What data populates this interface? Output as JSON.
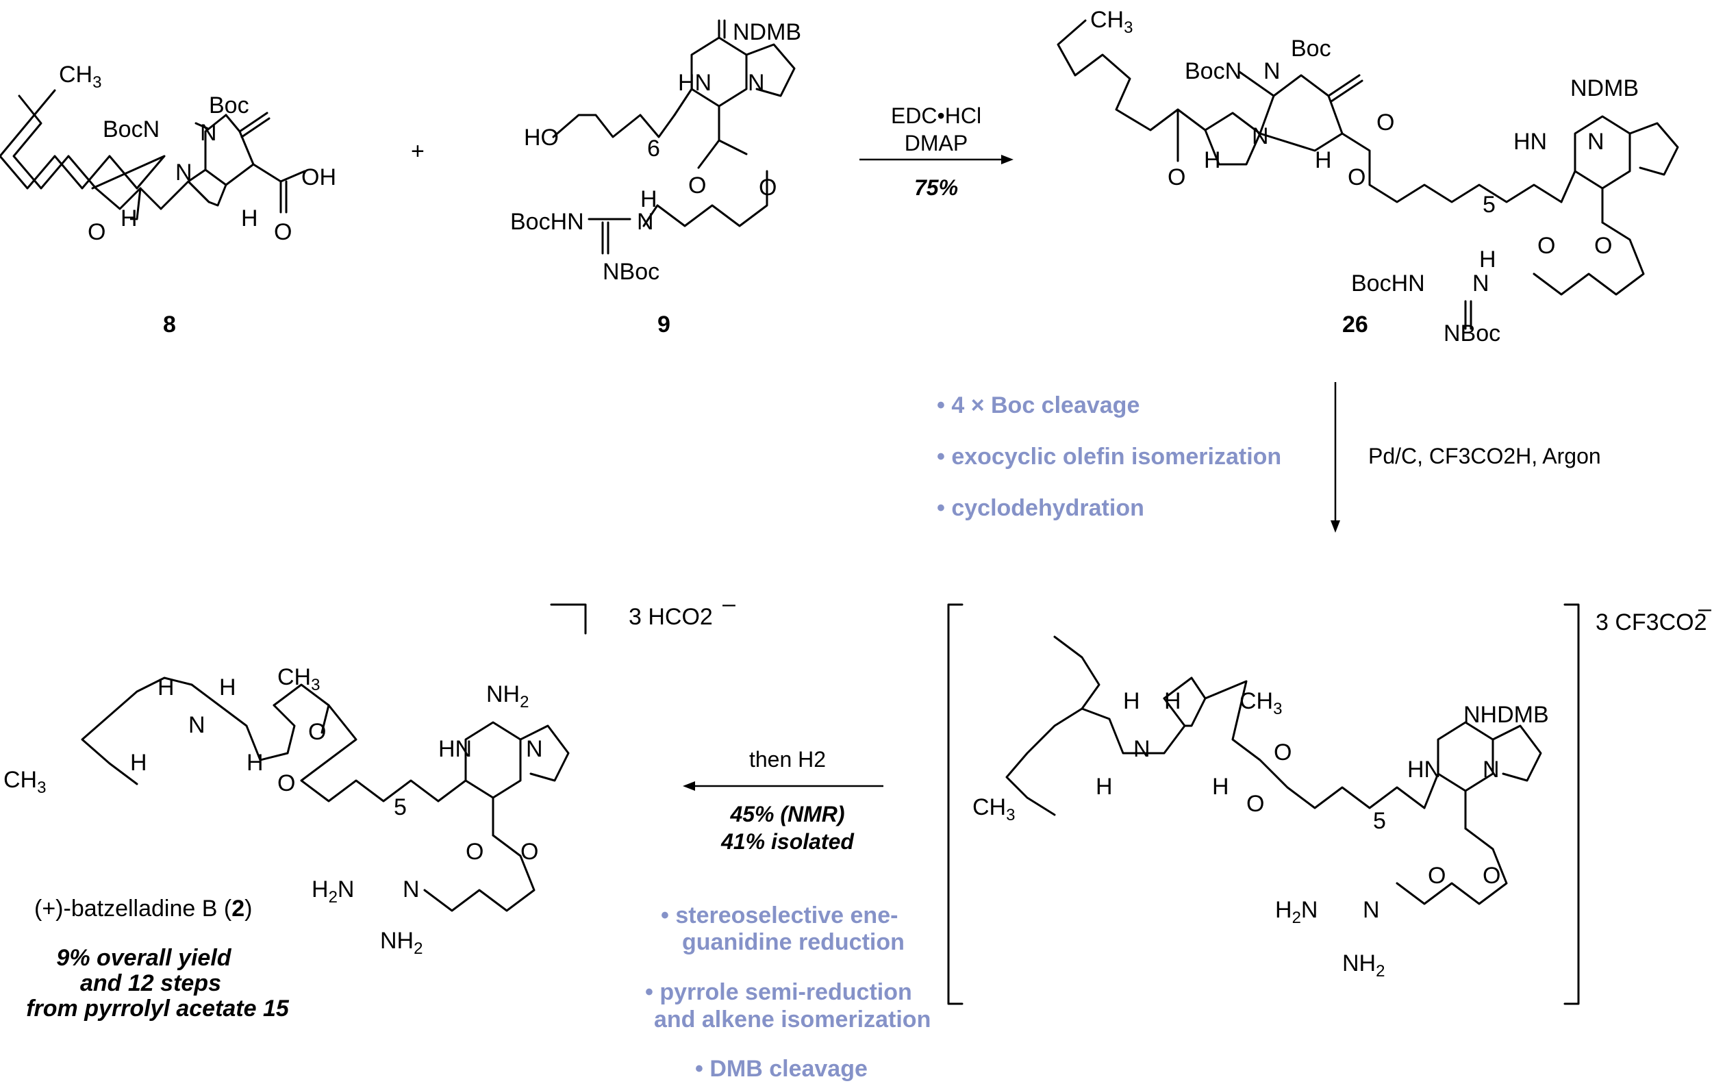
{
  "compounds": {
    "c8": {
      "number": "8"
    },
    "c9": {
      "number": "9"
    },
    "c26": {
      "number": "26"
    },
    "product": {
      "name_prefix": "(+)-batzelladine B (",
      "number": "2",
      "name_suffix": ")"
    }
  },
  "atom_labels": {
    "ch3": "CH",
    "sub3": "3",
    "bocn": "BocN",
    "boc": "Boc",
    "n": "N",
    "oh": "OH",
    "o": "O",
    "h": "H",
    "ho": "HO",
    "hn": "HN",
    "ndmb": "NDMB",
    "bochn": "BocHN",
    "nboc": "NBoc",
    "sub6": "6",
    "sub5": "5",
    "nh": "NH",
    "nhdmb": "NHDMB",
    "h2n": "H",
    "sub2": "2",
    "plus": "+"
  },
  "plus_sign": "+",
  "step1": {
    "reagent1": "EDC•HCl",
    "reagent2": "DMAP",
    "yield": "75%"
  },
  "step2": {
    "reagents": "Pd/C, CF3CO2H, Argon",
    "notes": [
      "• 4 × Boc cleavage",
      "• exocyclic olefin isomerization",
      "• cyclodehydration"
    ]
  },
  "step3": {
    "reagent": "then H2",
    "yield_nmr": "45% (NMR)",
    "yield_isolated": "41% isolated",
    "notes": [
      "• stereoselective ene-",
      "guanidine reduction",
      "• pyrrole semi-reduction",
      "and alkene isomerization",
      "• DMB cleavage"
    ]
  },
  "counterions": {
    "intermediate": "3 CF3CO2",
    "product": "3 HCO2",
    "charge": "–"
  },
  "summary": [
    "9% overall yield",
    "and 12 steps",
    "from pyrrolyl acetate 15"
  ]
}
